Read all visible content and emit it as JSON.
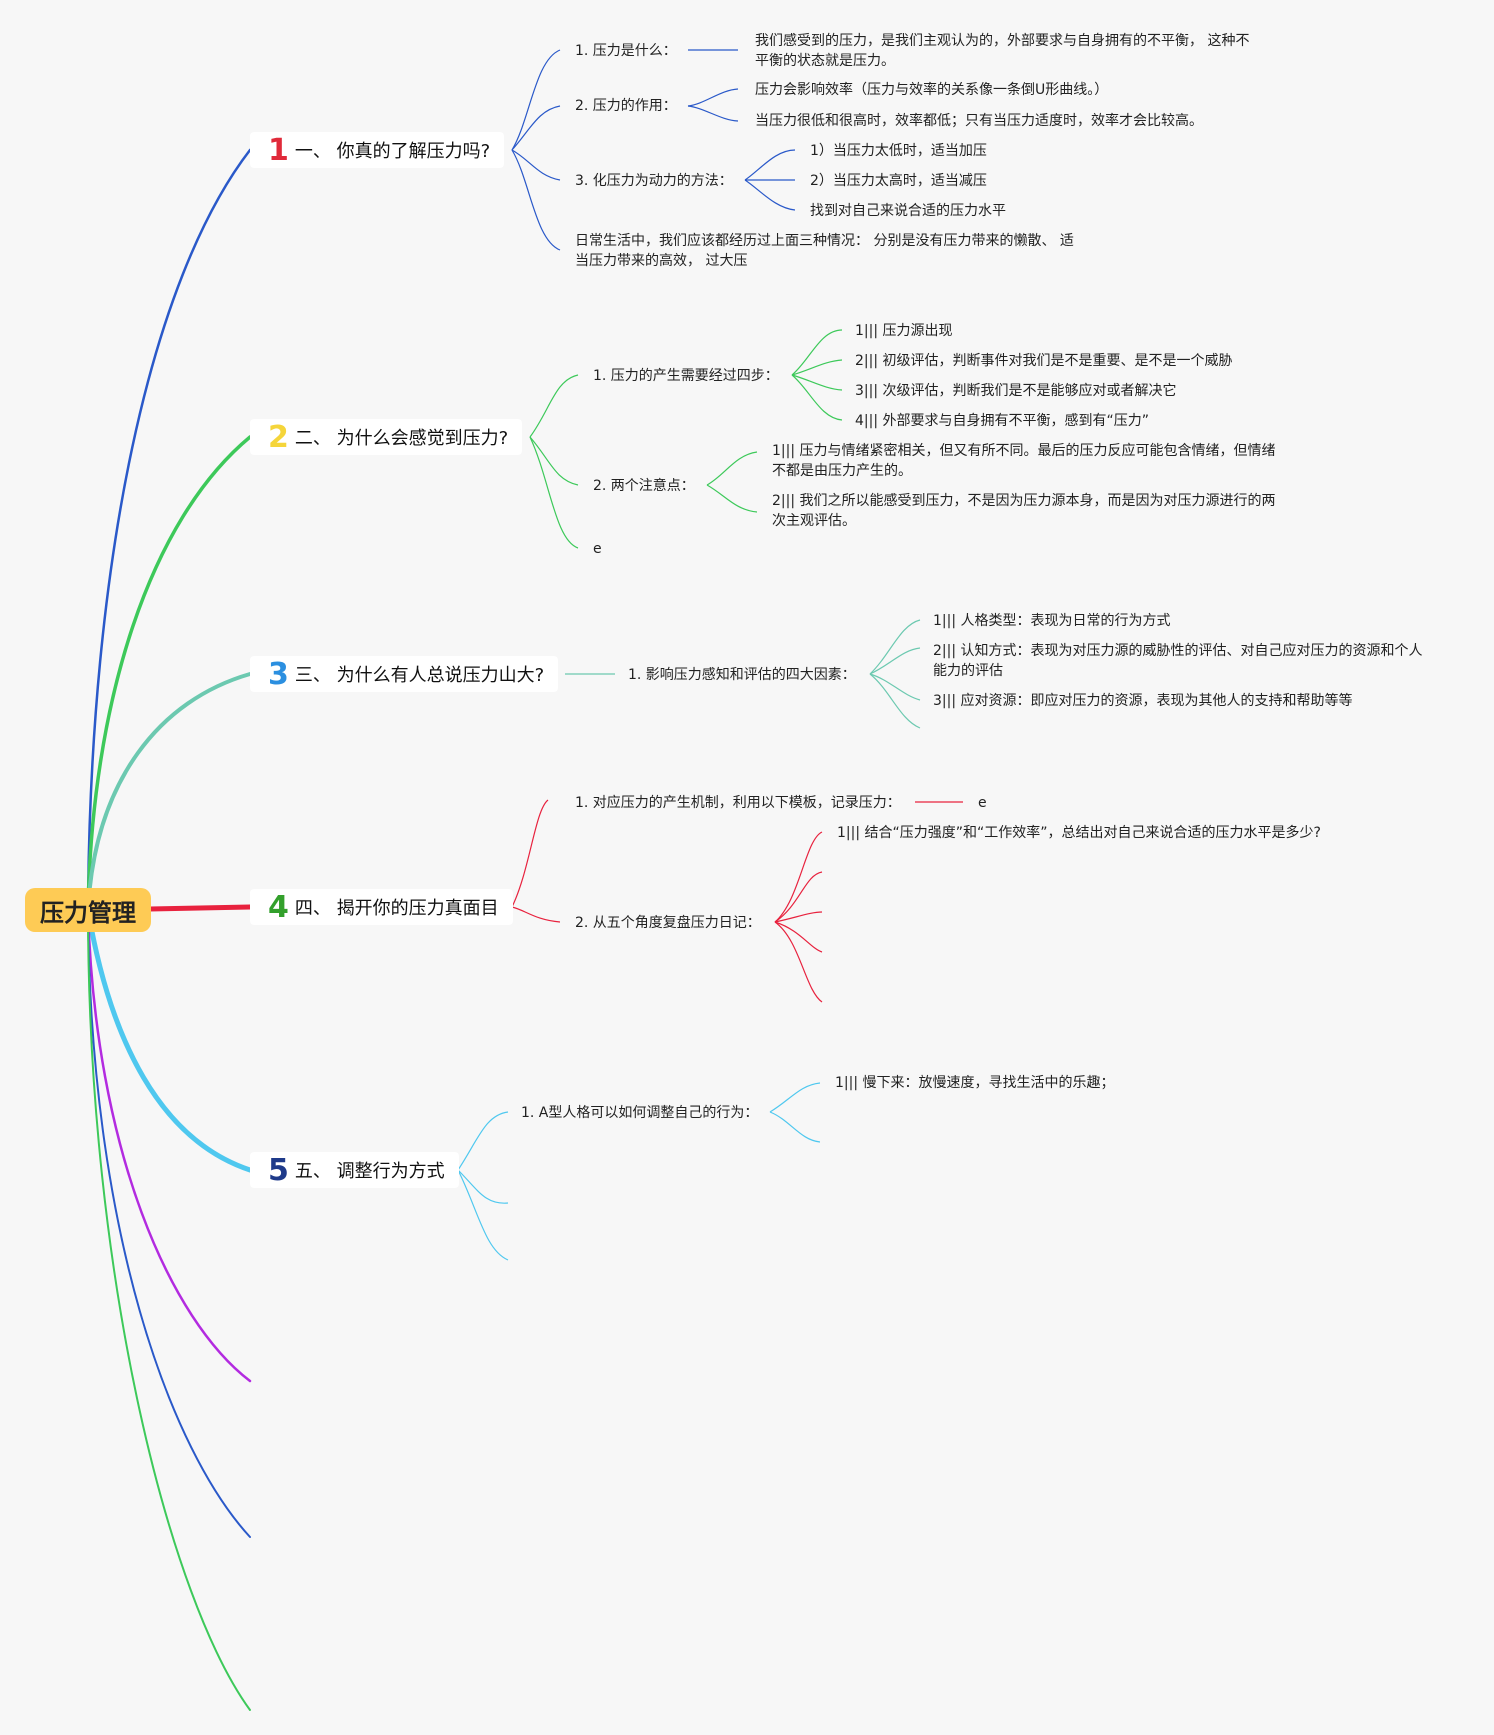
{
  "root": {
    "label": "压力管理",
    "color": "#fecb55"
  },
  "branches": [
    {
      "id": "b1",
      "num": "1",
      "num_color": "#e02a3a",
      "line_color": "#2a59c9",
      "title": "一、 你真的了解压力吗?",
      "items": [
        {
          "label": "1. 压力是什么：",
          "children": [
            "我们感受到的压力，是我们主观认为的，外部要求与自身拥有的不平衡， 这种不平衡的状态就是压力。"
          ]
        },
        {
          "label": "2. 压力的作用：",
          "children": [
            "压力会影响效率（压力与效率的关系像一条倒U形曲线。）",
            "当压力很低和很高时，效率都低；只有当压力适度时，效率才会比较高。"
          ]
        },
        {
          "label": "3. 化压力为动力的方法：",
          "children": [
            "1）当压力太低时，适当加压",
            "2）当压力太高时，适当减压",
            "找到对自己来说合适的压力水平"
          ]
        },
        {
          "label": "日常生活中，我们应该都经历过上面三种情况： 分别是没有压力带来的懒散、 适当压力带来的高效， 过大压",
          "children": []
        }
      ]
    },
    {
      "id": "b2",
      "num": "2",
      "num_color": "#f5d53a",
      "line_color": "#3dc95a",
      "title": "二、 为什么会感觉到压力?",
      "items": [
        {
          "label": "1. 压力的产生需要经过四步：",
          "children": [
            "1||| 压力源出现",
            "2||| 初级评估，判断事件对我们是不是重要、是不是一个威胁",
            "3||| 次级评估，判断我们是不是能够应对或者解决它",
            "4||| 外部要求与自身拥有不平衡，感到有“压力”"
          ]
        },
        {
          "label": "2. 两个注意点：",
          "children": [
            "1||| 压力与情绪紧密相关，但又有所不同。最后的压力反应可能包含情绪，但情绪不都是由压力产生的。",
            "2||| 我们之所以能感受到压力，不是因为压力源本身，而是因为对压力源进行的两次主观评估。"
          ]
        },
        {
          "label": "e",
          "children": []
        }
      ]
    },
    {
      "id": "b3",
      "num": "3",
      "num_color": "#2b8fe0",
      "line_color": "#6cc9b0",
      "title": "三、 为什么有人总说压力山大?",
      "items": [
        {
          "label": "1. 影响压力感知和评估的四大因素：",
          "children": [
            "1||| 人格类型：表现为日常的行为方式",
            "2||| 认知方式：表现为对压力源的威胁性的评估、对自己应对压力的资源和个人能力的评估",
            "3||| 应对资源：即应对压力的资源，表现为其他人的支持和帮助等等"
          ]
        }
      ]
    },
    {
      "id": "b4",
      "num": "4",
      "num_color": "#33a02c",
      "line_color": "#e8223e",
      "title": "四、 揭开你的压力真面目",
      "items": [
        {
          "label": "1. 对应压力的产生机制，利用以下模板，记录压力：",
          "children": [
            "e"
          ]
        },
        {
          "label": "2. 从五个角度复盘压力日记：",
          "children": [
            "1||| 结合“压力强度”和“工作效率”，总结出对自己来说合适的压力水平是多少?"
          ]
        }
      ]
    },
    {
      "id": "b5",
      "num": "5",
      "num_color": "#1e3a8a",
      "line_color": "#4fc8ef",
      "title": "五、 调整行为方式",
      "items": [
        {
          "label": "1. A型人格可以如何调整自己的行为：",
          "children": [
            "1||| 慢下来：放慢速度，寻找生活中的乐趣；"
          ]
        }
      ]
    }
  ],
  "extra_branch_colors": [
    "#b32be0",
    "#2a59c9",
    "#3dc95a"
  ]
}
